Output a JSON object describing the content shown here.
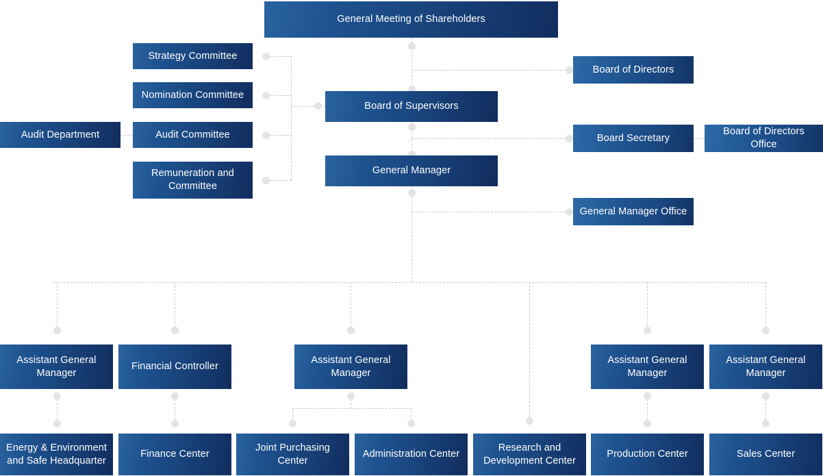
{
  "title": "Corporate Organizational Structure Chart",
  "theme": {
    "box_gradient_from": "#2a639f",
    "box_gradient_to": "#112d5e",
    "text_color": "#ffffff",
    "connector_color": "#c9c9c9",
    "connector_dot_color": "#e4e4e4",
    "background": "#ffffff"
  },
  "nodes": {
    "general_meeting": "General Meeting of Shareholders",
    "board_of_directors": "Board of Directors",
    "board_of_supervisors": "Board of Supervisors",
    "general_manager": "General Manager",
    "board_secretary": "Board Secretary",
    "board_of_directors_office": "Board of Directors Office",
    "general_manager_office": "General Manager Office",
    "audit_department": "Audit Department"
  },
  "committees": [
    {
      "label": "Strategy Committee"
    },
    {
      "label": "Nomination Committee"
    },
    {
      "label": "Audit Committee"
    },
    {
      "label": "Remuneration and Committee"
    }
  ],
  "managers": [
    {
      "label": "Assistant General Manager"
    },
    {
      "label": "Financial Controller"
    },
    {
      "label": "Assistant General Manager"
    },
    {
      "label": "Assistant General Manager"
    },
    {
      "label": "Assistant General Manager"
    }
  ],
  "centers": [
    {
      "label": "Energy & Environment and Safe Headquarter"
    },
    {
      "label": "Finance Center"
    },
    {
      "label": "Joint Purchasing Center"
    },
    {
      "label": "Administration Center"
    },
    {
      "label": "Research and Development Center"
    },
    {
      "label": "Production Center"
    },
    {
      "label": "Sales Center"
    }
  ]
}
